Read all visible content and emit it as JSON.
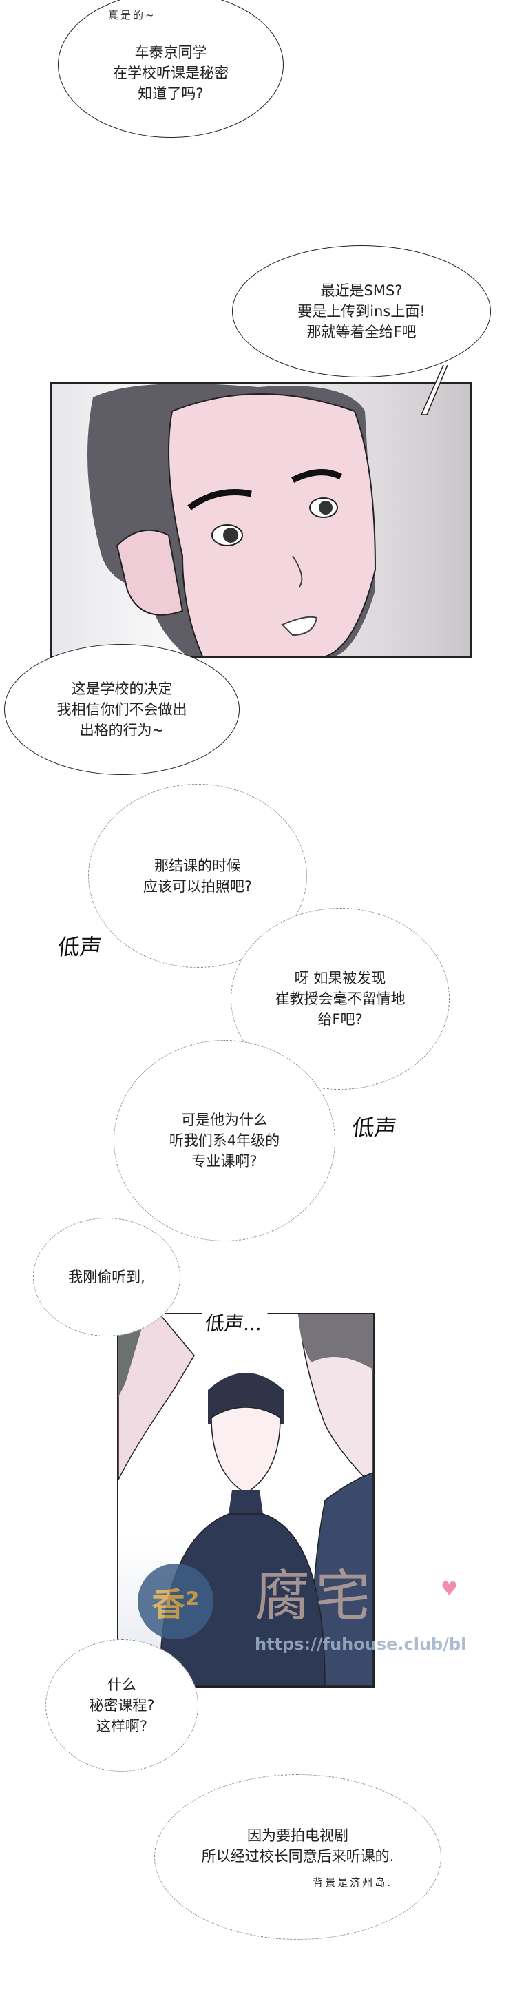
{
  "bubbles": {
    "b1": {
      "aside": "真是的~",
      "lines": [
        "车泰京同学",
        "在学校听课是秘密",
        "知道了吗?"
      ]
    },
    "b2": {
      "lines": [
        "最近是SMS?",
        "要是上传到ins上面!",
        "那就等着全给F吧"
      ]
    },
    "b3": {
      "lines": [
        "这是学校的决定",
        "我相信你们不会做出",
        "出格的行为~"
      ]
    },
    "b4": {
      "lines": [
        "那结课的时候",
        "应该可以拍照吧?"
      ]
    },
    "b5": {
      "lines": [
        "呀 如果被发现",
        "崔教授会毫不留情地",
        "给F吧?"
      ]
    },
    "b6": {
      "lines": [
        "可是他为什么",
        "听我们系4年级的",
        "专业课啊?"
      ]
    },
    "b7": {
      "lines": [
        "我刚偷听到,"
      ]
    },
    "b8": {
      "lines": [
        "什么",
        "秘密课程?",
        "这样啊?"
      ]
    },
    "b9": {
      "lines": [
        "因为要拍电视剧",
        "所以经过校长同意后来听课的."
      ],
      "aside": "背景是济州岛."
    }
  },
  "sfx": {
    "whisper1": "低声",
    "whisper2": "低声",
    "whisper3": "低声..."
  },
  "watermark": {
    "logo": "香²",
    "brand": "腐宅",
    "url": "https://fuhouse.club/bl"
  },
  "colors": {
    "skin": "#f3d6de",
    "hair": "#5f5e66",
    "shirt": "#2e3a55",
    "heart": "#f07aa0"
  }
}
